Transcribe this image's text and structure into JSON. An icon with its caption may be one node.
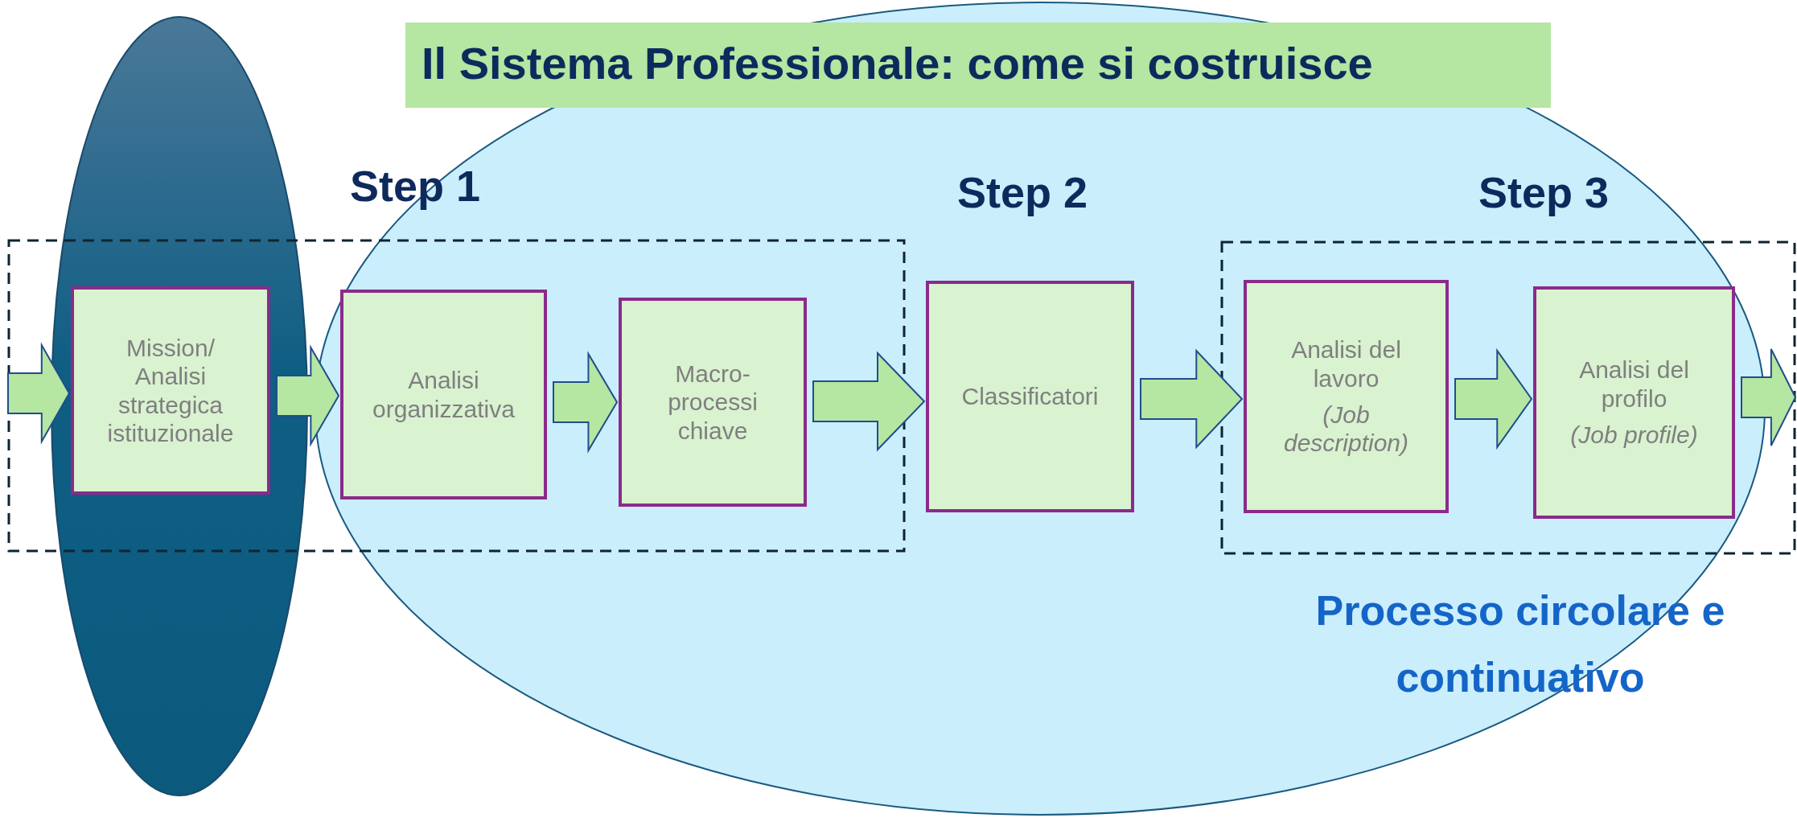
{
  "diagram": {
    "title": "Il Sistema Professionale: come si costruisce",
    "nodes": [
      {
        "text": [
          "Mission/ Analisi strategica istituzionale"
        ]
      },
      {
        "text": [
          "Analisi organizzativa"
        ]
      },
      {
        "text": [
          "Macro-processi chiave"
        ]
      },
      {
        "text": [
          "Classificatori"
        ]
      },
      {
        "text": [
          "Analisi del lavoro",
          "(Job description)"
        ]
      },
      {
        "text": [
          "Analisi del profilo",
          "(Job profile)"
        ]
      }
    ],
    "edges": [
      {
        "from": null,
        "to": 0,
        "arrow": "to"
      },
      {
        "from": 0,
        "to": 1,
        "arrow": "to"
      },
      {
        "from": 1,
        "to": 2,
        "arrow": "to"
      },
      {
        "from": 2,
        "to": 3,
        "arrow": "to"
      },
      {
        "from": 3,
        "to": 4,
        "arrow": "to"
      },
      {
        "from": 4,
        "to": 5,
        "arrow": "to"
      },
      {
        "from": 5,
        "to": null,
        "arrow": "to"
      }
    ],
    "labels": [
      "Step 1",
      "Step 2",
      "Step 3",
      "Processo circolare e continuativo"
    ]
  }
}
